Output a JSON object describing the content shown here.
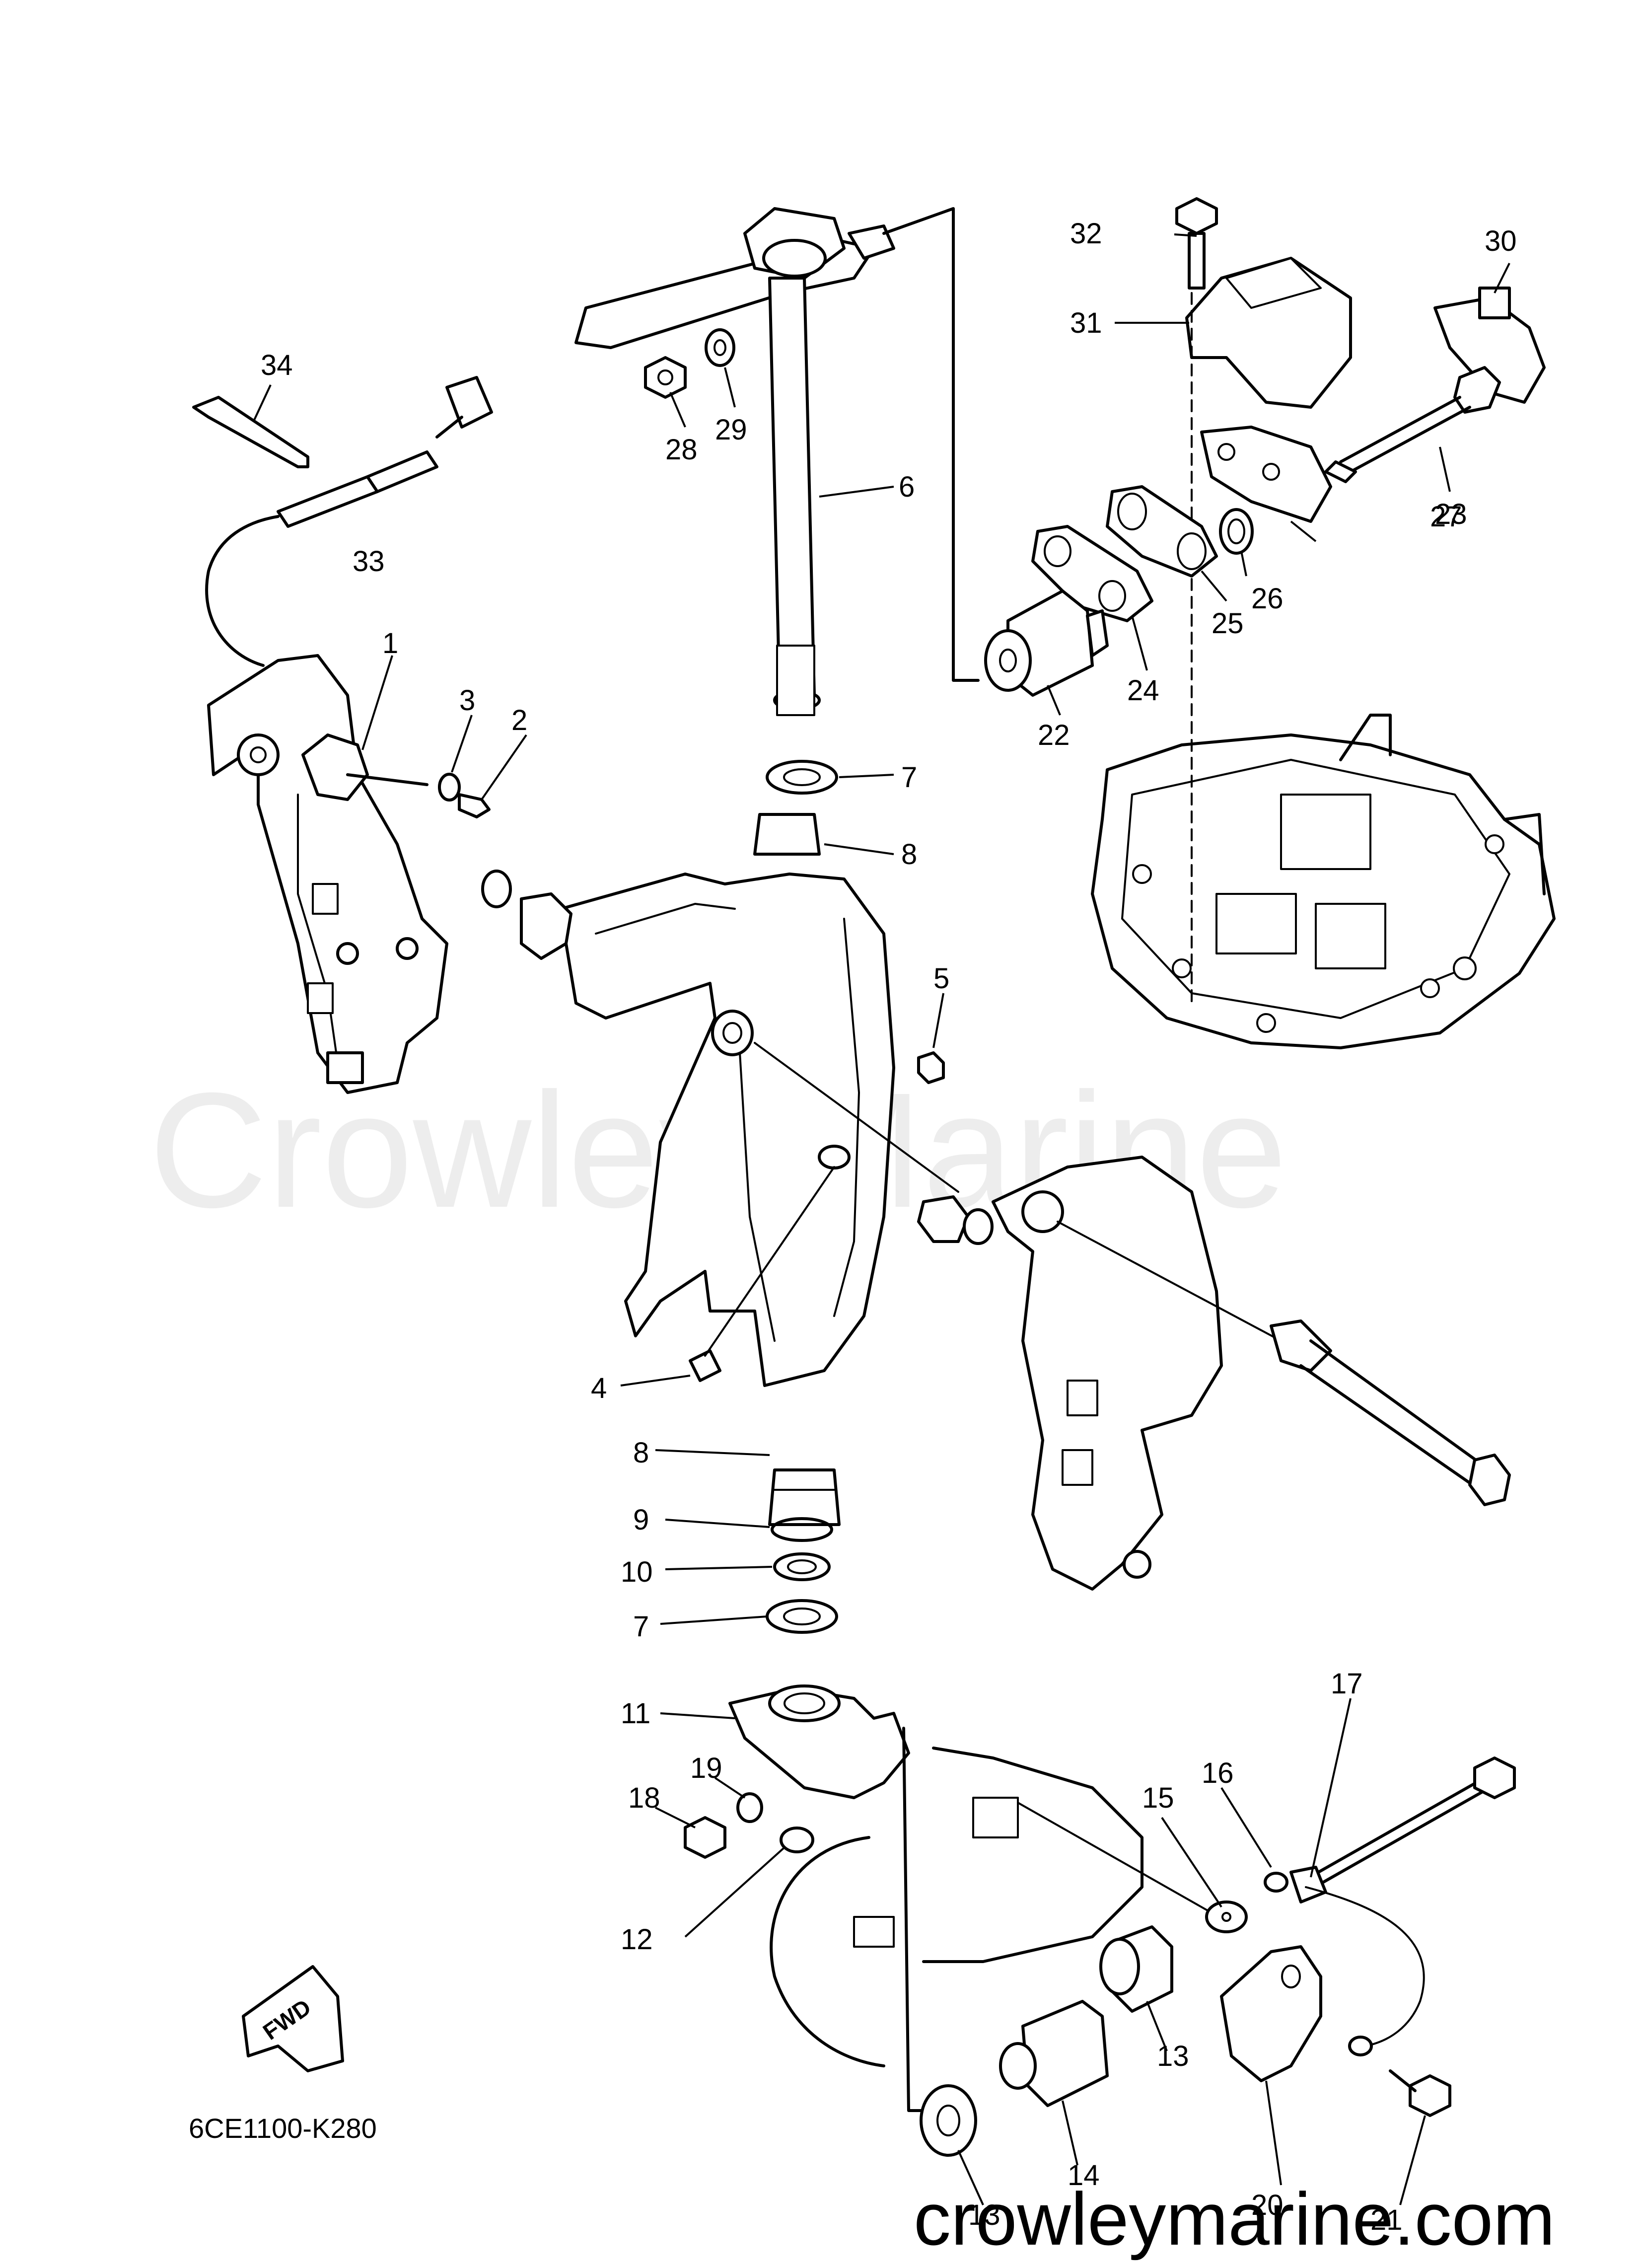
{
  "diagram_code": "6CE1100-K280",
  "fwd_label": "FWD",
  "watermark": "Crowley Marine",
  "footer_url": "crowleymarine.com",
  "part_labels": [
    "1",
    "2",
    "3",
    "4",
    "5",
    "6",
    "7",
    "7",
    "8",
    "8",
    "9",
    "10",
    "11",
    "12",
    "13",
    "13",
    "14",
    "15",
    "16",
    "17",
    "18",
    "19",
    "20",
    "21",
    "22",
    "23",
    "24",
    "25",
    "26",
    "27",
    "28",
    "29",
    "30",
    "31",
    "32",
    "33",
    "34"
  ]
}
